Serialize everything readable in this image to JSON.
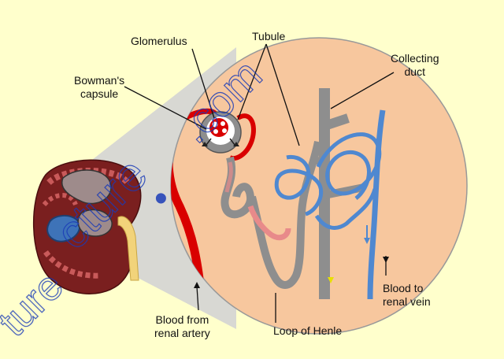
{
  "colors": {
    "background": "#FFFFCC",
    "tissue": "#F7C79E",
    "kidney": "#7A1F1F",
    "artery": "#D90000",
    "vein": "#4F88D0",
    "tubule": "#8E8E8E",
    "highlight": "#E88A8A",
    "watermark": "#1A3BB8"
  },
  "labels": {
    "glomerulus": "Glomerulus",
    "tubule": "Tubule",
    "collecting_duct_line1": "Collecting",
    "collecting_duct_line2": "duct",
    "bowmans_line1": "Bowman's",
    "bowmans_line2": "capsule",
    "blood_from_line1": "Blood from",
    "blood_from_line2": "renal artery",
    "loop_of_henle": "Loop of Henle",
    "blood_to_line1": "Blood to",
    "blood_to_line2": "renal vein"
  },
  "watermark": {
    "dot": "•",
    "com": ".com",
    "fragment_1": "cture",
    "fragment_2": "ture"
  }
}
